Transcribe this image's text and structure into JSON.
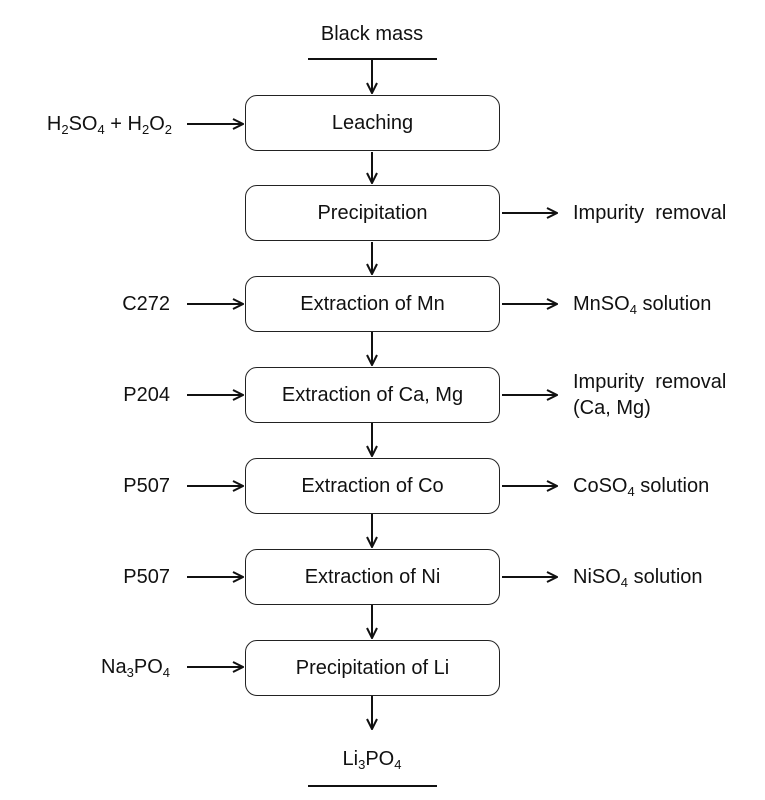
{
  "input": "Black mass",
  "output": {
    "main": "Li",
    "sub1": "3",
    "mid": "PO",
    "sub2": "4"
  },
  "steps": [
    {
      "label": "Leaching"
    },
    {
      "label": "Precipitation"
    },
    {
      "label": "Extraction of Mn"
    },
    {
      "label": "Extraction of Ca, Mg"
    },
    {
      "label": "Extraction of Co"
    },
    {
      "label": "Extraction of Ni"
    },
    {
      "label": "Precipitation of Li"
    }
  ],
  "reagents": {
    "leaching": {
      "a": "H",
      "a_sub1": "2",
      "a_mid": "SO",
      "a_sub2": "4",
      "plus": " + H",
      "b_sub1": "2",
      "b_mid": "O",
      "b_sub2": "2"
    },
    "mn": "C272",
    "camg": "P204",
    "co": "P507",
    "ni": "P507",
    "li": {
      "main": "Na",
      "sub1": "3",
      "mid": "PO",
      "sub2": "4"
    }
  },
  "products": {
    "precipitation": "Impurity  removal",
    "mn": {
      "pre": "MnSO",
      "sub": "4",
      "post": " solution"
    },
    "camg": {
      "line1": "Impurity  removal",
      "line2": "(Ca, Mg)"
    },
    "co": {
      "pre": "CoSO",
      "sub": "4",
      "post": " solution"
    },
    "ni": {
      "pre": "NiSO",
      "sub": "4",
      "post": " solution"
    }
  }
}
